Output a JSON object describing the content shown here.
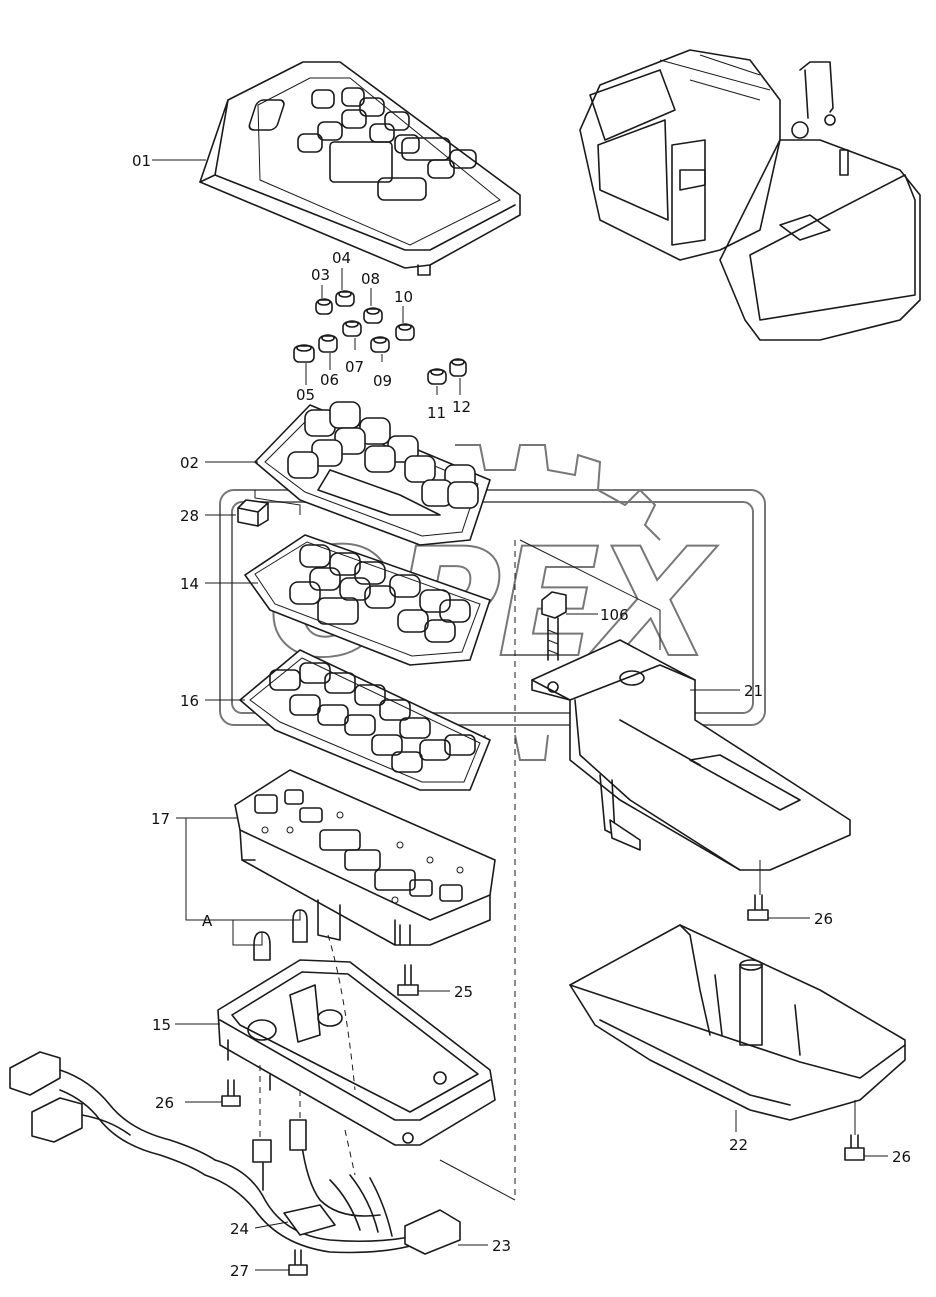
{
  "diagram": {
    "callouts": {
      "c01": "01",
      "c02": "02",
      "c03": "03",
      "c04": "04",
      "c05": "05",
      "c06": "06",
      "c07": "07",
      "c08": "08",
      "c09": "09",
      "c10": "10",
      "c11": "11",
      "c12": "12",
      "c14": "14",
      "c15": "15",
      "c16": "16",
      "c17": "17",
      "c21": "21",
      "c22": "22",
      "c23": "23",
      "c24": "24",
      "c25": "25",
      "c26a": "26",
      "c26b": "26",
      "c26c": "26",
      "c27": "27",
      "c28": "28",
      "c106": "106",
      "cA": "A"
    },
    "watermark": {
      "text": "OPEX",
      "color": "#777777"
    }
  }
}
